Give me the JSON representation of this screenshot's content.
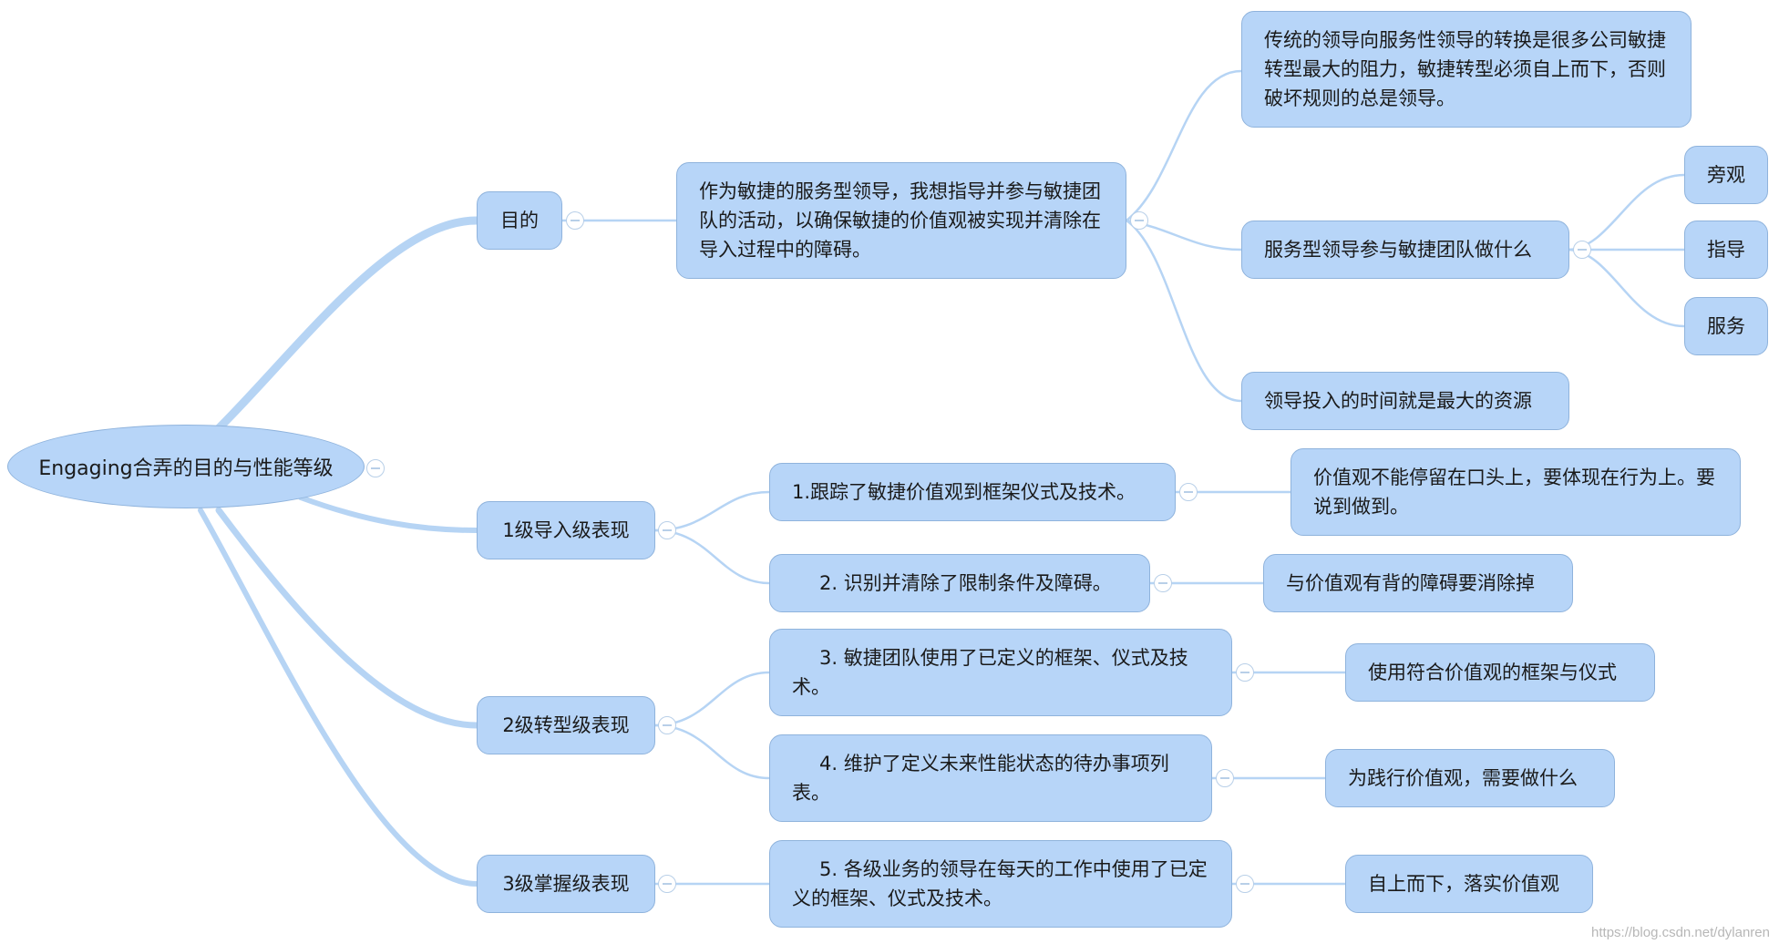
{
  "root": "Engaging合弄的目的与性能等级",
  "branches": {
    "purpose": {
      "label": "目的",
      "statement": "作为敏捷的服务型领导，我想指导并参与敏捷团队的活动，以确保敏捷的价值观被实现并清除在导入过程中的障碍。",
      "children": [
        "传统的领导向服务性领导的转换是很多公司敏捷转型最大的阻力，敏捷转型必须自上而下，否则破坏规则的总是领导。",
        "服务型领导参与敏捷团队做什么",
        "领导投入的时间就是最大的资源"
      ],
      "sub": [
        "旁观",
        "指导",
        "服务"
      ]
    },
    "level1": {
      "label": "1级导入级表现",
      "item1": "1.跟踪了敏捷价值观到框架仪式及技术。",
      "note1": "价值观不能停留在口头上，要体现在行为上。要说到做到。",
      "item2": "2. 识别并清除了限制条件及障碍。",
      "note2": "与价值观有背的障碍要消除掉"
    },
    "level2": {
      "label": "2级转型级表现",
      "item3": "3. 敏捷团队使用了已定义的框架、仪式及技术。",
      "note3": "使用符合价值观的框架与仪式",
      "item4": "4. 维护了定义未来性能状态的待办事项列表。",
      "note4": "为践行价值观，需要做什么"
    },
    "level3": {
      "label": "3级掌握级表现",
      "item5": "5. 各级业务的领导在每天的工作中使用了已定义的框架、仪式及技术。",
      "note5": "自上而下，落实价值观"
    }
  },
  "watermark": "https://blog.csdn.net/dylanren",
  "colors": {
    "node_fill": "#b7d5f8",
    "node_border": "#8fb3dc",
    "link": "#b6d4f4"
  }
}
